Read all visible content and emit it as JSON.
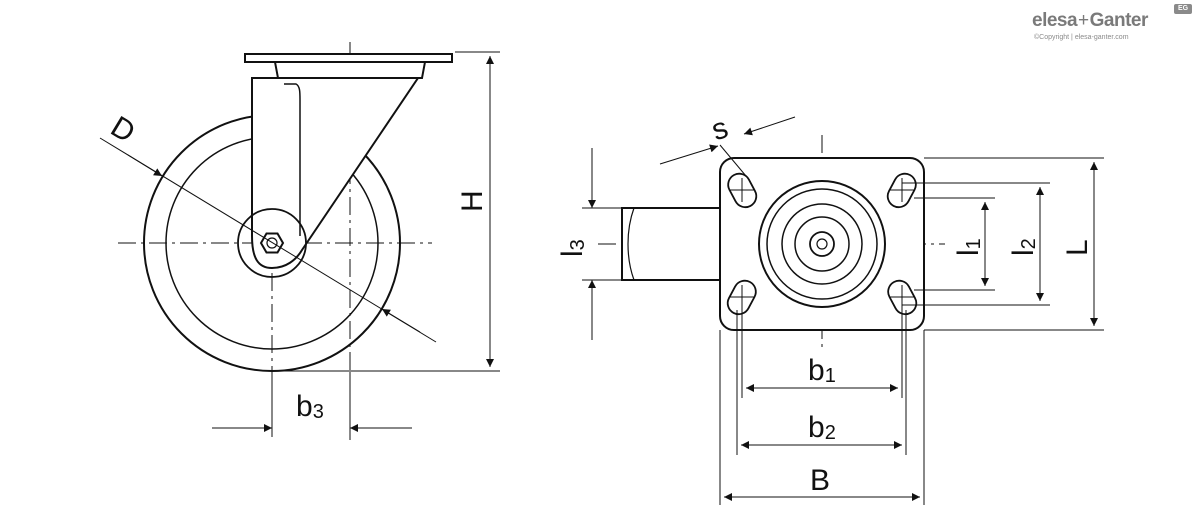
{
  "labels": {
    "D": "D",
    "H": "H",
    "b3": "b",
    "b3_sub": "3",
    "s": "s",
    "l3": "l",
    "l3_sub": "3",
    "l1": "l",
    "l1_sub": "1",
    "l2": "l",
    "l2_sub": "2",
    "L": "L",
    "b1": "b",
    "b1_sub": "1",
    "b2": "b",
    "b2_sub": "2",
    "B": "B"
  },
  "logo": {
    "brand_left": "elesa",
    "plus": "+",
    "brand_right": "Ganter",
    "copyright": "©Copyright | elesa-ganter.com",
    "badge": "EG"
  }
}
